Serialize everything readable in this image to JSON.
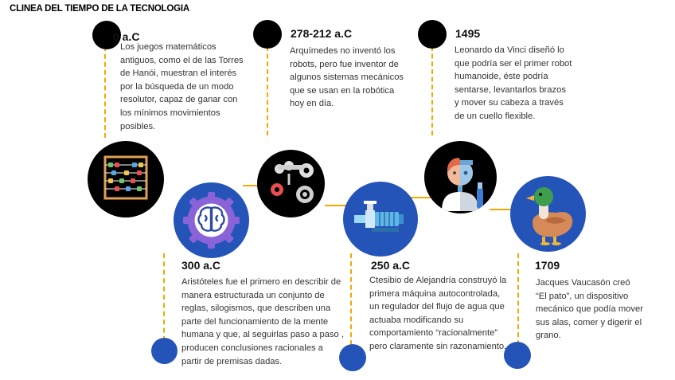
{
  "title": "CLINEA DEL TIEMPO DE LA TECNOLOGIA",
  "colors": {
    "accent": "#f2a900",
    "black": "#000000",
    "blue": "#2554b8"
  },
  "events": [
    {
      "year": "0 a.C",
      "text": "Los juegos matemáticos antiguos, como el de las Torres de Hanói, muestran el interés por la búsqueda de un modo resolutor, capaz de ganar con los mínimos movimientos posibles.",
      "icon": "abacus-icon"
    },
    {
      "year": "300 a.C",
      "text": "Aristóteles fue el primero en describir de manera estructurada un conjunto de reglas, silogismos, que describen una parte del funcionamiento de la mente humana y que, al seguirlas paso a paso , producen conclusiones racionales a partir de premisas dadas.",
      "icon": "brain-gear-icon"
    },
    {
      "year": "278-212 a.C",
      "text": "Arquímedes no inventó los robots, pero fue inventor de algunos sistemas mecánicos que se usan en la robótica hoy en día.",
      "icon": "gears-icon"
    },
    {
      "year": "250 a.C",
      "text": "Ctesibio de Alejandría construyó la primera máquina autocontrolada, un regulador del flujo de agua que actuaba modificando su comportamiento “racionalmente” pero claramente sin razonamiento.",
      "icon": "water-pump-icon"
    },
    {
      "year": "1495",
      "text": "Leonardo da Vinci diseñó lo que podría ser el primer robot humanoide, éste podría sentarse, levantarlos brazos y mover su cabeza a través de un cuello flexible.",
      "icon": "humanoid-robot-icon"
    },
    {
      "year": "1709",
      "text": "Jacques Vaucasón creó “El pato”, un dispositivo mecánico que podía mover sus alas, comer y digerir el grano.",
      "icon": "duck-icon"
    }
  ]
}
